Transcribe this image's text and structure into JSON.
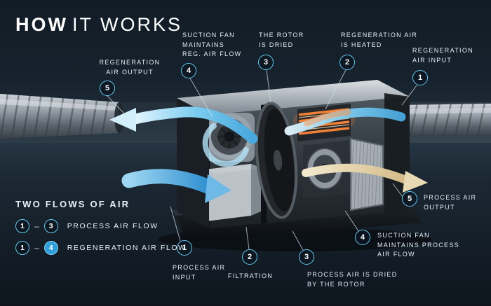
{
  "title": {
    "word1": "HOW",
    "word2": "IT WORKS"
  },
  "callouts": [
    {
      "num": "5",
      "label": "REGENERATION\nAIR OUTPUT"
    },
    {
      "num": "4",
      "label": "SUCTION FAN\nMAINTAINS\nREG. AIR FLOW"
    },
    {
      "num": "3",
      "label": "THE ROTOR\nIS DRIED"
    },
    {
      "num": "2",
      "label": "REGENERATION AIR\nIS HEATED"
    },
    {
      "num": "1",
      "label": "REGENERATION\nAIR INPUT"
    },
    {
      "num": "5",
      "label": "PROCESS AIR\nOUTPUT"
    },
    {
      "num": "4",
      "label": "SUCTION FAN\nMAINTAINS PROCESS\nAIR FLOW"
    },
    {
      "num": "3",
      "label": "PROCESS AIR IS DRIED\nBY THE ROTOR"
    },
    {
      "num": "2",
      "label": "FILTRATION"
    },
    {
      "num": "1",
      "label": "PROCESS AIR\nINPUT"
    }
  ],
  "legend": {
    "title": "TWO FLOWS OF AIR",
    "dash": "–",
    "rows": [
      {
        "from": "1",
        "to": "3",
        "label": "PROCESS AIR FLOW"
      },
      {
        "from": "1",
        "to": "4",
        "label": "REGENERATION AIR FLOW"
      }
    ]
  },
  "colors": {
    "accent_blue": "#66c9f0",
    "background": "#18242f",
    "flow_blue": "#7ecdf0",
    "flow_tan": "#e7d9b4",
    "heater_orange": "#f08038"
  }
}
